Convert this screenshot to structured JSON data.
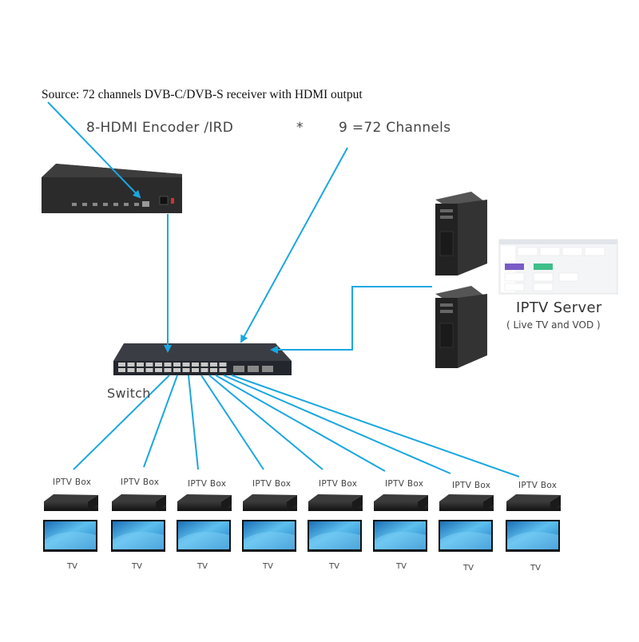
{
  "source_text": "Source: 72 channels DVB-C/DVB-S receiver with HDMI output",
  "encoder_label": "8-HDMI Encoder /IRD",
  "multiply_sign": "*",
  "channels_label": "9 =72 Channels",
  "switch_label": "Switch",
  "server_label": "IPTV Server",
  "server_sub": "( Live TV and VOD )",
  "box_label": "IPTV Box",
  "tv_label": "TV",
  "colors": {
    "line": "#1aa7e0",
    "device": "#2a2a2a",
    "screen": "#3aa0d8"
  }
}
